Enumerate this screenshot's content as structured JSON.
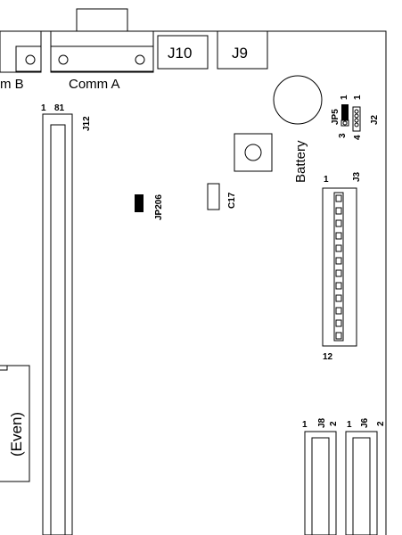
{
  "labels": {
    "comm_b": "m B",
    "comm_a": "Comm A",
    "j10": "J10",
    "j9": "J9",
    "j12_pin1": "1",
    "j12_pin81": "81",
    "j12": "J12",
    "jp5": "JP5",
    "jp5_pin1": "1",
    "jp5_pin3": "3",
    "j2_pin4": "4",
    "j2_pin1": "1",
    "j2": "J2",
    "battery": "Battery",
    "j3_pin1": "1",
    "j3": "J3",
    "c17": "C17",
    "jp206": "JP206",
    "j3_pin12": "12",
    "even": "(Even)",
    "j8_pin1": "1",
    "j8": "J8",
    "j8_pin2": "2",
    "j6_pin1": "1",
    "j6": "J6",
    "j6_pin2": "2"
  },
  "colors": {
    "ink": "#000000",
    "paper": "#ffffff"
  }
}
